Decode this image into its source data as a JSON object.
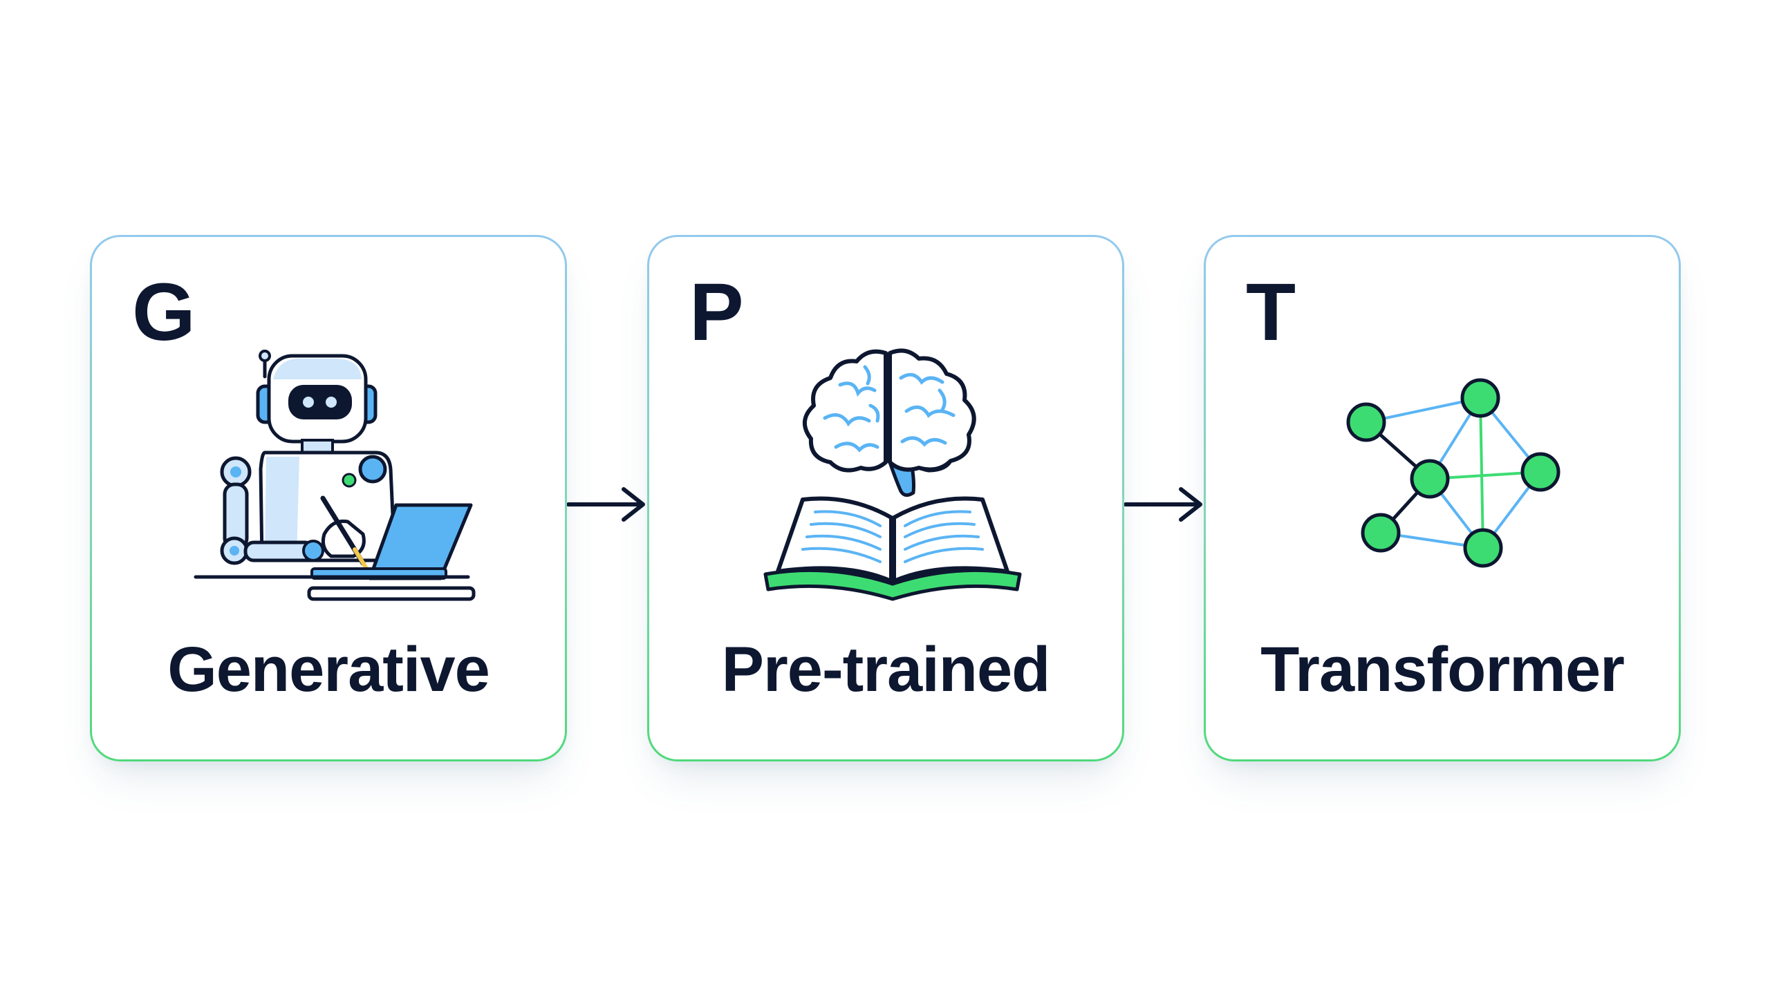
{
  "cards": [
    {
      "letter": "G",
      "word": "Generative",
      "icon": "robot-writing-icon"
    },
    {
      "letter": "P",
      "word": "Pre-trained",
      "icon": "brain-book-icon"
    },
    {
      "letter": "T",
      "word": "Transformer",
      "icon": "network-graph-icon"
    }
  ],
  "colors": {
    "text": "#0d1730",
    "blue": "#5ab4f4",
    "light_blue": "#cfe6fb",
    "green": "#3ddc72",
    "border_blue": "#93c9ee",
    "border_green": "#4fd97a"
  }
}
